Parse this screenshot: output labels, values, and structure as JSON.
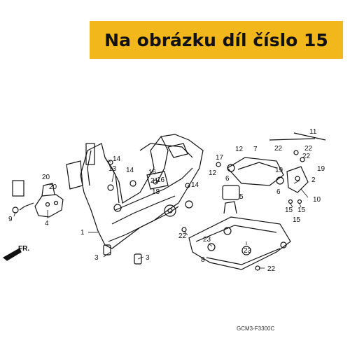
{
  "banner": {
    "text": "Na obrázku díl číslo 15"
  },
  "diagram": {
    "direction_label": "FR.",
    "code": "GCM3-F3300C",
    "callouts": [
      "1",
      "2",
      "3",
      "3",
      "4",
      "5",
      "6",
      "6",
      "7",
      "8",
      "9",
      "10",
      "11",
      "12",
      "12",
      "13",
      "14",
      "14",
      "14",
      "15",
      "15",
      "15",
      "16",
      "16",
      "17",
      "18",
      "19",
      "19",
      "20",
      "20",
      "21",
      "22",
      "22",
      "22",
      "22",
      "22",
      "23",
      "23"
    ]
  },
  "colors": {
    "banner_bg": "#f2b71b",
    "line": "#111111"
  }
}
